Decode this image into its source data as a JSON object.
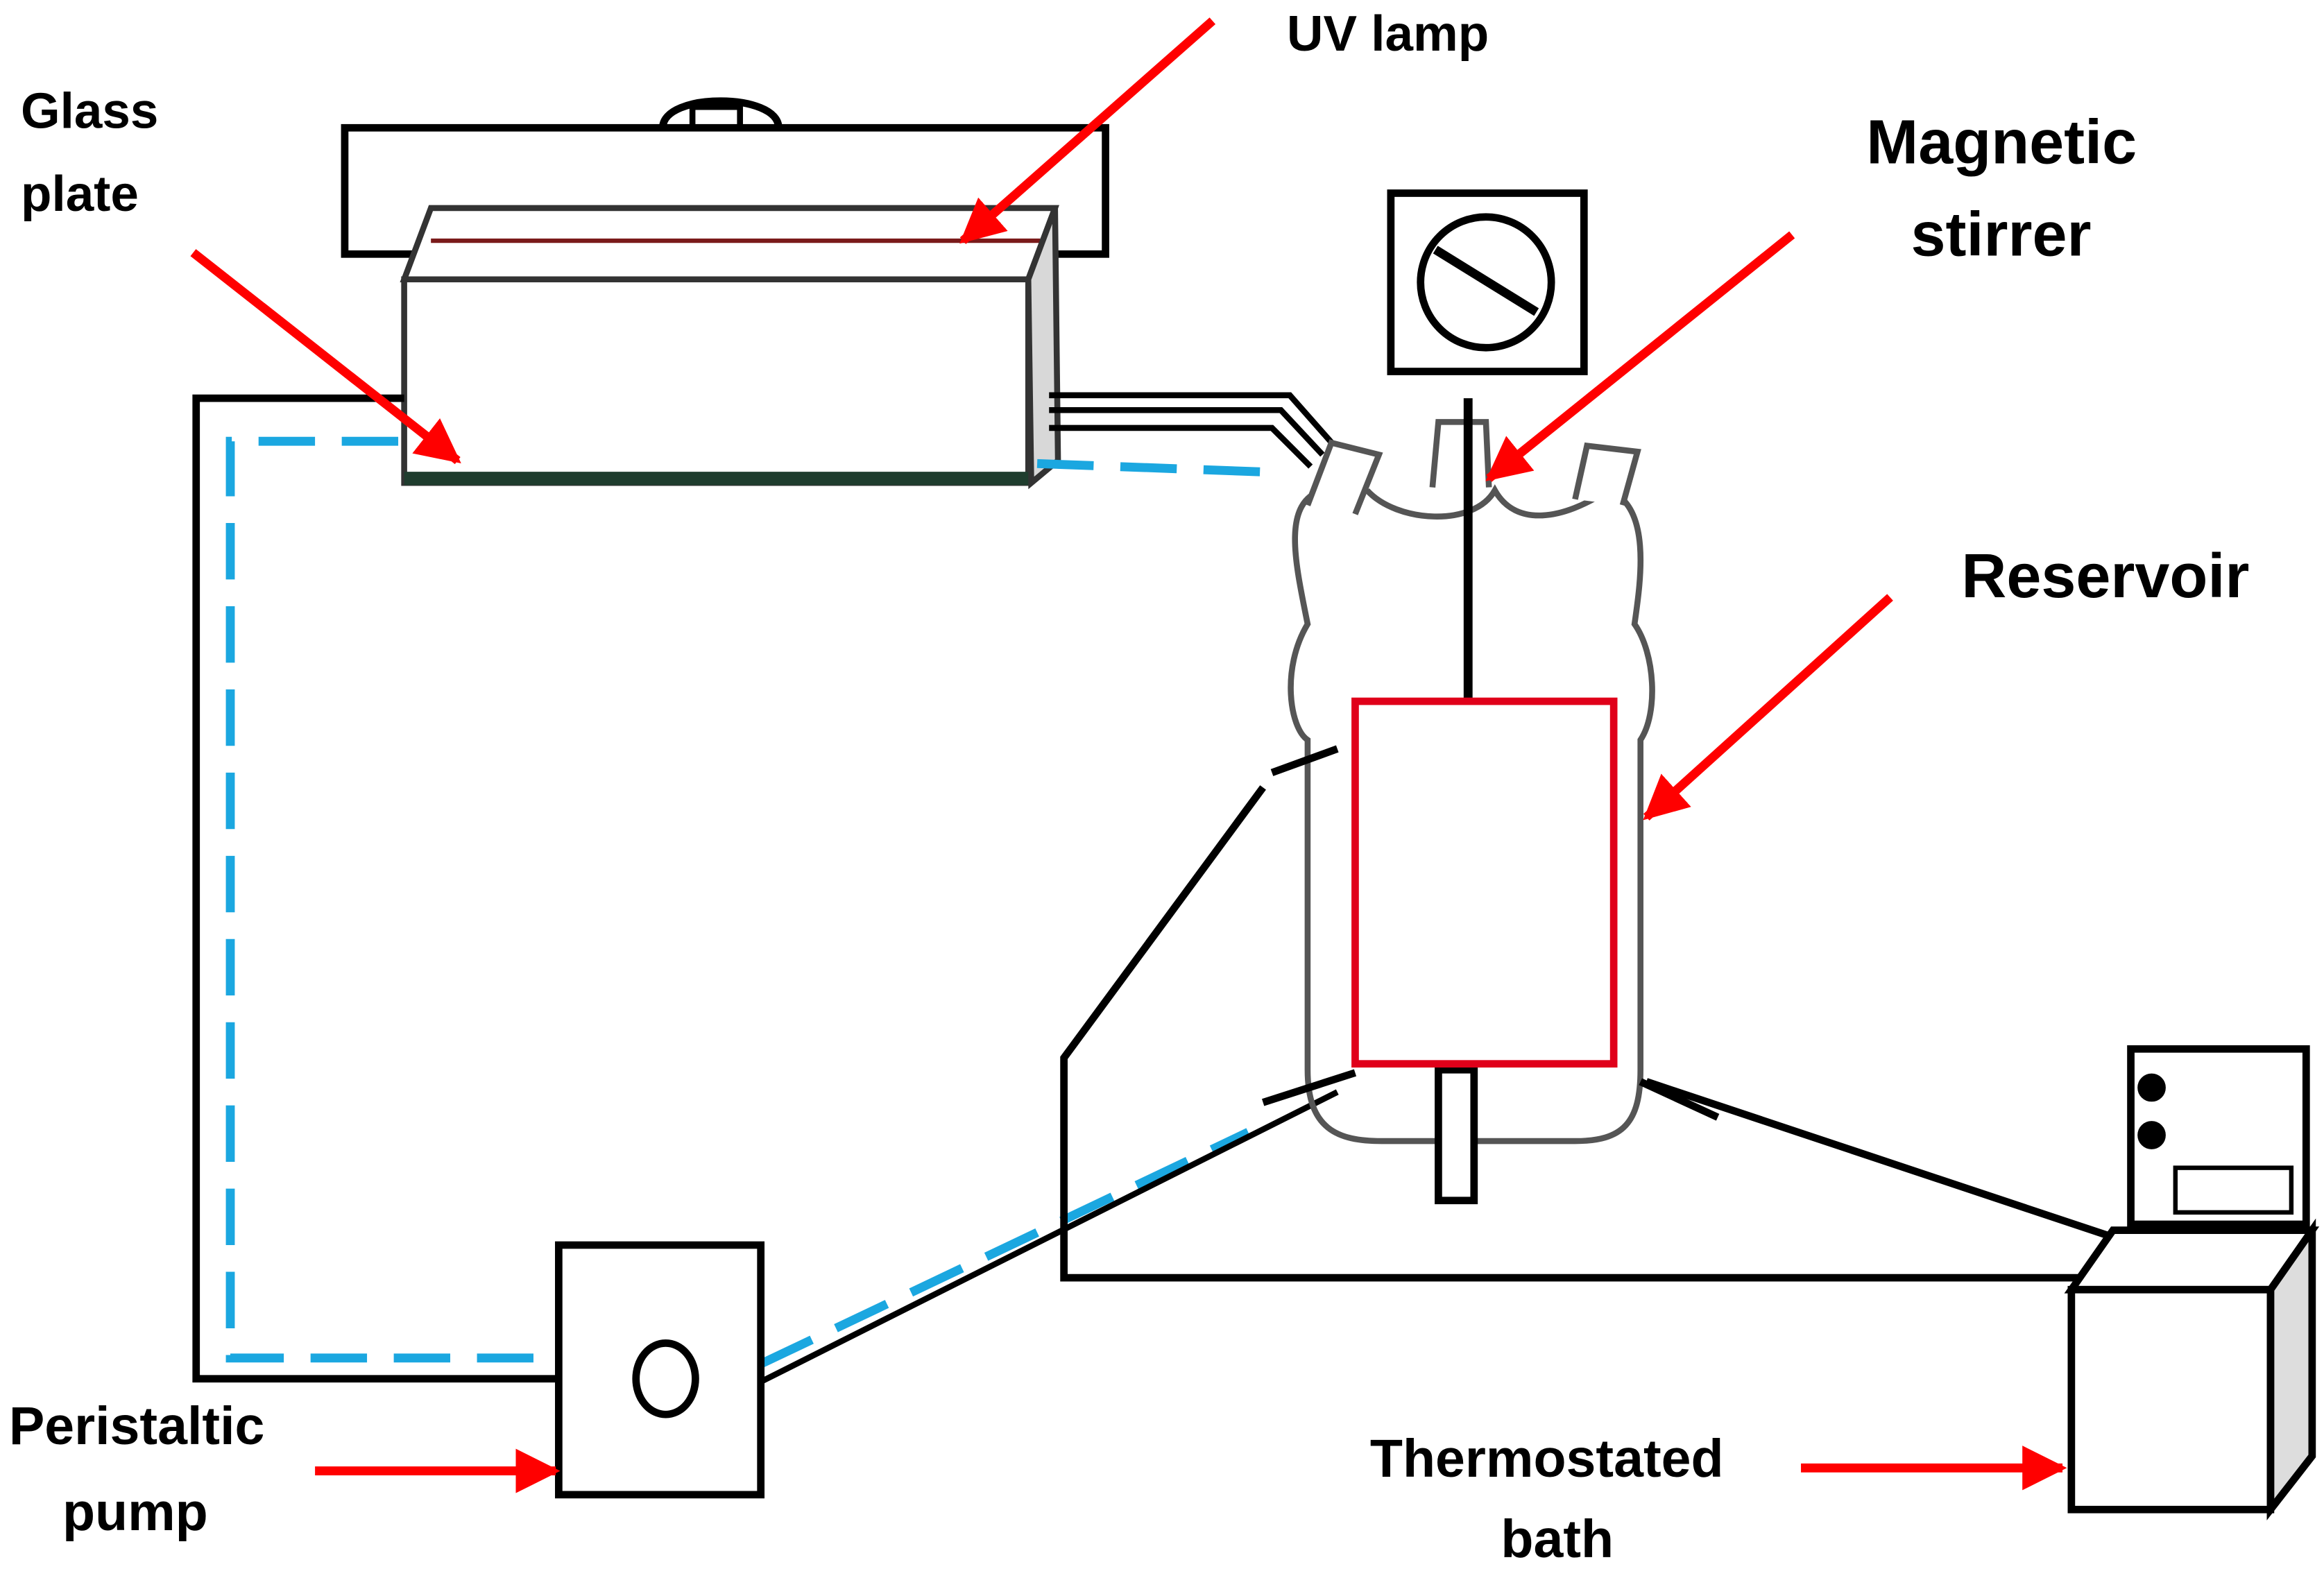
{
  "labels": {
    "glass_plate_1": "Glass",
    "glass_plate_2": "plate",
    "uv_lamp": "UV lamp",
    "magnetic_stirrer_1": "Magnetic",
    "magnetic_stirrer_2": "stirrer",
    "reservoir": "Reservoir",
    "peristaltic_pump_1": "Peristaltic",
    "peristaltic_pump_2": "pump",
    "thermostated_bath_1": "Thermostated",
    "thermostated_bath_2": "bath"
  },
  "colors": {
    "arrow": "#ff0000",
    "liquid_line": "#1ba7e0",
    "outline": "#000000",
    "glass_plate": "#1f3d2e",
    "reservoir_box": "#e0001a"
  }
}
